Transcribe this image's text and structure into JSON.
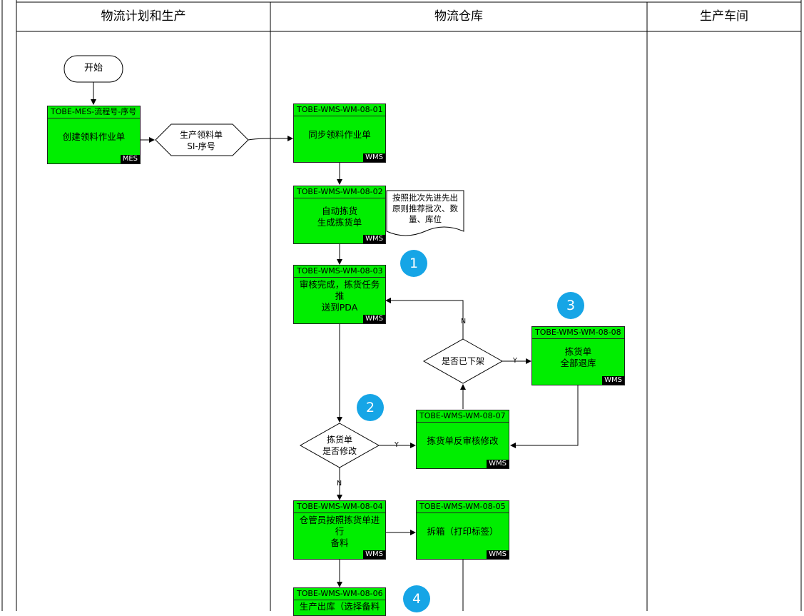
{
  "lanes": [
    "物流计划和生产",
    "物流仓库",
    "生产车间"
  ],
  "start_label": "开始",
  "doc_label": "生产领料单\nSI-序号",
  "note_text": "按照批次先进先出\n原则推荐批次、数\n量、库位",
  "boxes": {
    "mes": {
      "code": "TOBE-MES-流程号-序号",
      "text": "创建领料作业单",
      "sys": "MES"
    },
    "b01": {
      "code": "TOBE-WMS-WM-08-01",
      "text": "同步领料作业单",
      "sys": "WMS"
    },
    "b02": {
      "code": "TOBE-WMS-WM-08-02",
      "text": "自动拣货\n生成拣货单",
      "sys": "WMS"
    },
    "b03": {
      "code": "TOBE-WMS-WM-08-03",
      "text": "审核完成，拣货任务推\n送到PDA",
      "sys": "WMS"
    },
    "b08": {
      "code": "TOBE-WMS-WM-08-08",
      "text": "拣货单\n全部退库",
      "sys": "WMS"
    },
    "b07": {
      "code": "TOBE-WMS-WM-08-07",
      "text": "拣货单反审核修改",
      "sys": "WMS"
    },
    "b04": {
      "code": "TOBE-WMS-WM-08-04",
      "text": "仓管员按照拣货单进行\n备料",
      "sys": "WMS"
    },
    "b05": {
      "code": "TOBE-WMS-WM-08-05",
      "text": "拆箱（打印标签）",
      "sys": "WMS"
    },
    "b06": {
      "code": "TOBE-WMS-WM-08-06",
      "text": "生产出库（选择备料",
      "sys": ""
    }
  },
  "decisions": {
    "shelf": "是否已下架",
    "modify": "拣货单\n是否修改"
  },
  "edge_labels": {
    "y": "Y",
    "n": "N"
  },
  "badges": [
    "1",
    "2",
    "3",
    "4"
  ]
}
